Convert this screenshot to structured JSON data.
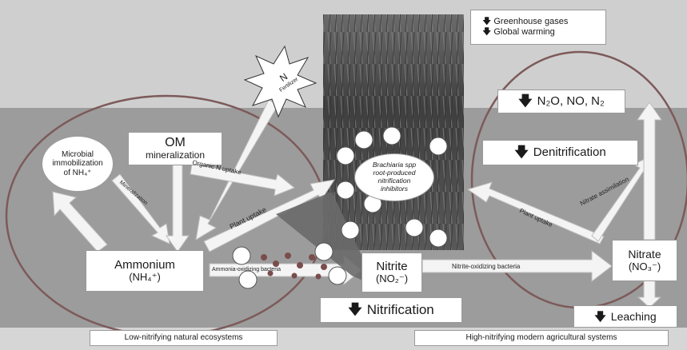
{
  "top_box": {
    "line1": "Greenhouse gases",
    "line2": "Global warming"
  },
  "star": {
    "label": "N",
    "sub": "Fertilizer"
  },
  "n2o_box": {
    "label": "N₂O, NO, N₂"
  },
  "microbial": {
    "line1": "Microbial",
    "line2": "immobilization",
    "line3": "of NH₄⁺"
  },
  "om_box": {
    "line1": "OM",
    "line2": "mineralization"
  },
  "denitrification": {
    "label": "Denitrification"
  },
  "brachiaria": {
    "line1": "Brachiaria spp",
    "line2": "root-produced",
    "line3": "nitrification",
    "line4": "inhibitors"
  },
  "ammonium": {
    "line1": "Ammonium",
    "line2": "(NH₄⁺)"
  },
  "nitrite": {
    "line1": "Nitrite",
    "line2": "(NO₂⁻)"
  },
  "nitrate": {
    "line1": "Nitrate",
    "line2": "(NO₃⁻)"
  },
  "nitrification": {
    "label": "Nitrification"
  },
  "leaching": {
    "label": "Leaching"
  },
  "arrows": {
    "organic_n": "Organic N uptake",
    "mineralization": "Mineralization",
    "plant_uptake_left": "Plant uptake",
    "plant_uptake_right": "Plant uptake",
    "nitrate_assimilation": "Nitrate assimilation",
    "ammonia_oxidizing": "Ammonia-oxidizing bacteria",
    "nitrite_oxidizing": "Nitrite-oxidizing bacteria"
  },
  "footer": {
    "left": "Low-nitrifying natural ecosystems",
    "right": "High-nitrifying modern agricultural systems"
  },
  "colors": {
    "upper_band": "#cfcfcf",
    "lower_band": "#9c9c9c",
    "ellipse_stroke": "#7d5a5a",
    "arrow": "#f4f4f4"
  }
}
